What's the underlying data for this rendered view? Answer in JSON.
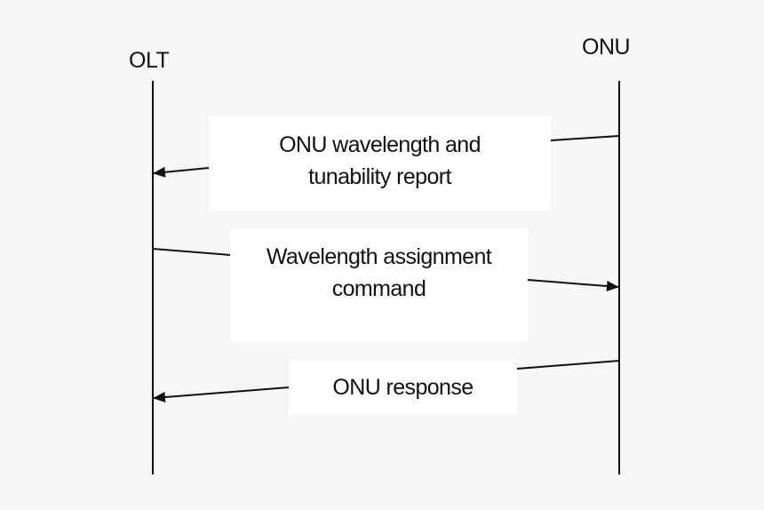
{
  "participants": {
    "olt": "OLT",
    "onu": "ONU"
  },
  "messages": [
    {
      "text": "ONU wavelength and\ntunability report",
      "from": "ONU",
      "to": "OLT"
    },
    {
      "text": "Wavelength assignment\ncommand",
      "from": "OLT",
      "to": "ONU"
    },
    {
      "text": "ONU response",
      "from": "ONU",
      "to": "OLT"
    }
  ],
  "colors": {
    "background": "#f6f6f6",
    "line": "#111111",
    "box": "#ffffff"
  }
}
